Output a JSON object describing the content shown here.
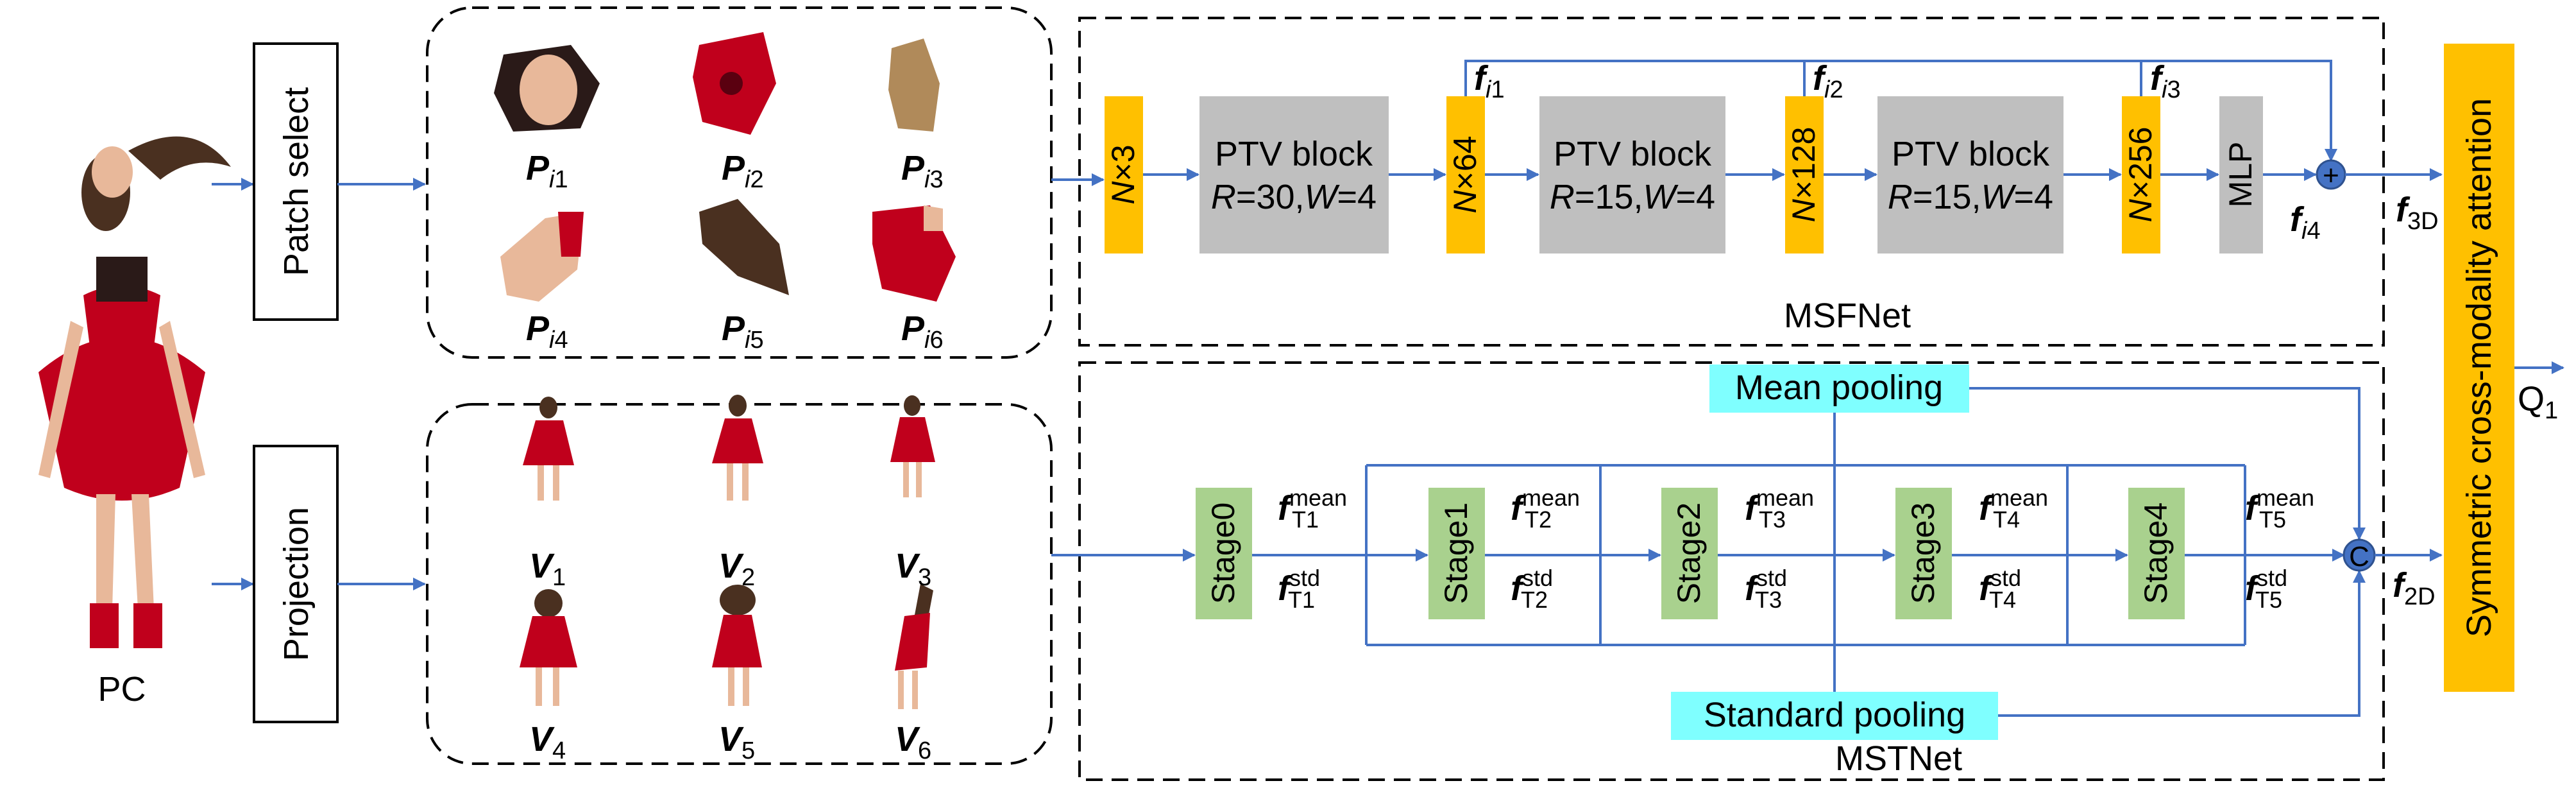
{
  "input": {
    "label": "PC"
  },
  "patch_select": {
    "label": "Patch select"
  },
  "projection": {
    "label": "Projection"
  },
  "patches": [
    {
      "letter": "P",
      "sub_pre": "i",
      "sub_post": "1"
    },
    {
      "letter": "P",
      "sub_pre": "i",
      "sub_post": "2"
    },
    {
      "letter": "P",
      "sub_pre": "i",
      "sub_post": "3"
    },
    {
      "letter": "P",
      "sub_pre": "i",
      "sub_post": "4"
    },
    {
      "letter": "P",
      "sub_pre": "i",
      "sub_post": "5"
    },
    {
      "letter": "P",
      "sub_pre": "i",
      "sub_post": "6"
    }
  ],
  "views": [
    {
      "letter": "V",
      "sub": "1"
    },
    {
      "letter": "V",
      "sub": "2"
    },
    {
      "letter": "V",
      "sub": "3"
    },
    {
      "letter": "V",
      "sub": "4"
    },
    {
      "letter": "V",
      "sub": "5"
    },
    {
      "letter": "V",
      "sub": "6"
    }
  ],
  "msfnet": {
    "title": "MSFNet",
    "feature_blocks": [
      {
        "n": "N",
        "rest": "×3"
      },
      {
        "n": "N",
        "rest": "×64"
      },
      {
        "n": "N",
        "rest": "×128"
      },
      {
        "n": "N",
        "rest": "×256"
      }
    ],
    "ptv_blocks": [
      {
        "title": "PTV block",
        "r_val": "=30,",
        "w_val": "=4"
      },
      {
        "title": "PTV block",
        "r_val": "=15,",
        "w_val": "=4"
      },
      {
        "title": "PTV block",
        "r_val": "=15,",
        "w_val": "=4"
      }
    ],
    "mlp": "MLP",
    "f_labels": [
      {
        "f": "f",
        "sub_pre": "i",
        "sub_post": "1"
      },
      {
        "f": "f",
        "sub_pre": "i",
        "sub_post": "2"
      },
      {
        "f": "f",
        "sub_pre": "i",
        "sub_post": "3"
      },
      {
        "f": "f",
        "sub_pre": "i",
        "sub_post": "4"
      }
    ],
    "output": {
      "f": "f",
      "sub": "3D"
    }
  },
  "mstnet": {
    "title": "MSTNet",
    "mean_pooling": "Mean pooling",
    "std_pooling": "Standard pooling",
    "stages": [
      "Stage0",
      "Stage1",
      "Stage2",
      "Stage3",
      "Stage4"
    ],
    "features": [
      {
        "f": "f",
        "sub": "T1",
        "mean": "mean",
        "std": "std"
      },
      {
        "f": "f",
        "sub": "T2",
        "mean": "mean",
        "std": "std"
      },
      {
        "f": "f",
        "sub": "T3",
        "mean": "mean",
        "std": "std"
      },
      {
        "f": "f",
        "sub": "T4",
        "mean": "mean",
        "std": "std"
      },
      {
        "f": "f",
        "sub": "T5",
        "mean": "mean",
        "std": "std"
      }
    ],
    "concat": "C",
    "output": {
      "f": "f",
      "sub": "2D"
    }
  },
  "fusion": {
    "label": "Symmetric cross-modality attention",
    "output": {
      "q": "Q",
      "sub": "1"
    }
  },
  "colors": {
    "orange": "#FFC000",
    "gray": "#BFBFBF",
    "green": "#A9D18E",
    "cyan": "#7FFFFF",
    "arrow": "#4472C4",
    "red_dress": "#C0001C",
    "skin": "#E8B89A",
    "hair": "#4A3020"
  }
}
